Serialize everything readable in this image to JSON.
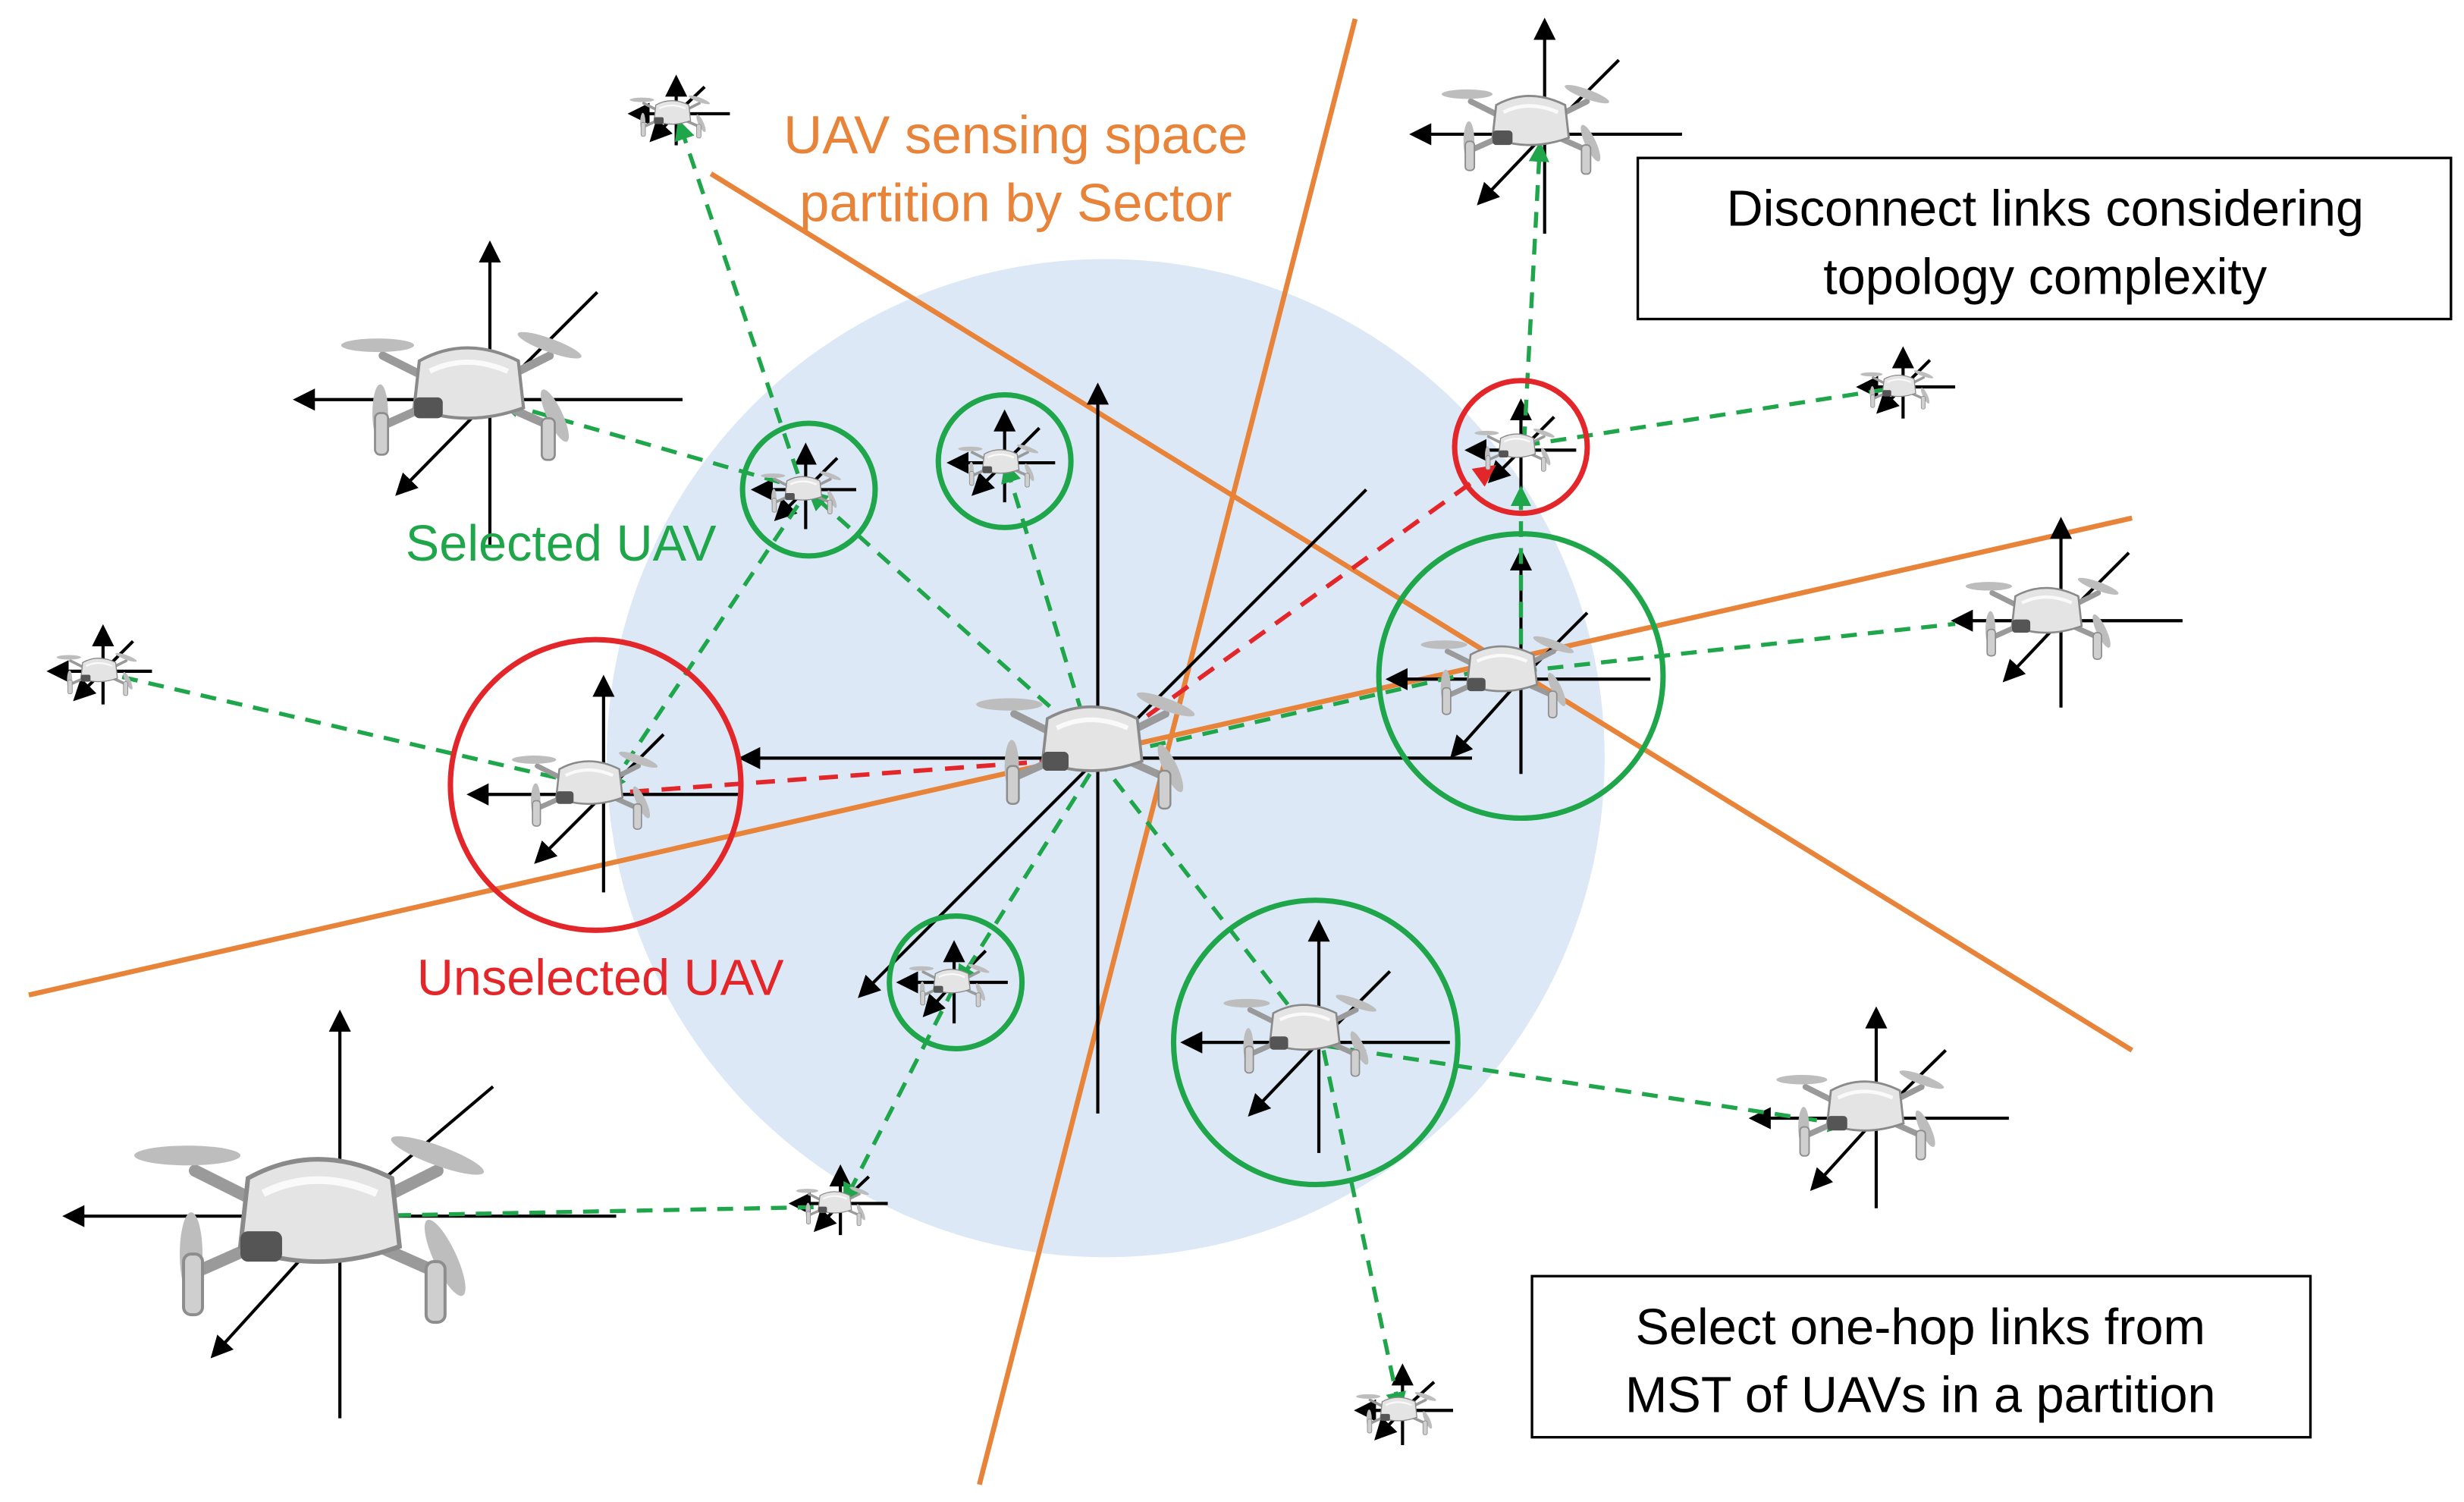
{
  "labels": {
    "sensing_title": "UAV sensing space",
    "sensing_sub": "partition by Sector",
    "selected": "Selected UAV",
    "unselected": "Unselected UAV"
  },
  "boxes": {
    "disconnect": {
      "line1": "Disconnect links considering",
      "line2": "topology complexity"
    },
    "select": {
      "line1": "Select one-hop links from",
      "line2": "MST of UAVs in a partition"
    }
  },
  "colors": {
    "orange": "#E8833A",
    "green": "#1FA64A",
    "red": "#E3262A",
    "sensing_area": "#DCE8F5",
    "axis": "#000000",
    "drone_body": "#D9D9D9"
  },
  "icons": {
    "uav": "drone-icon",
    "axis": "axis-cross-icon"
  }
}
